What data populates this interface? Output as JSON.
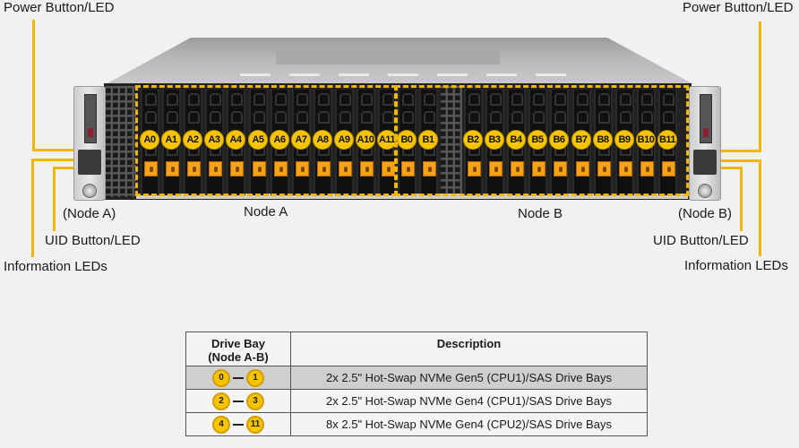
{
  "labels": {
    "left": {
      "power": "Power Button/LED",
      "node": "(Node A)",
      "uid": "UID Button/LED",
      "info": "Information  LEDs"
    },
    "right": {
      "power": "Power Button/LED",
      "node": "(Node B)",
      "uid": "UID Button/LED",
      "info": "Information  LEDs"
    },
    "node_a": "Node A",
    "node_b": "Node B"
  },
  "bays": {
    "node_a": [
      "A0",
      "A1",
      "A2",
      "A3",
      "A4",
      "A5",
      "A6",
      "A7",
      "A8",
      "A9",
      "A10",
      "A11"
    ],
    "node_b": [
      "B0",
      "B1",
      "B2",
      "B3",
      "B4",
      "B5",
      "B6",
      "B7",
      "B8",
      "B9",
      "B10",
      "B11"
    ]
  },
  "colors": {
    "accent": "#f2b705",
    "badge": "#f6c400",
    "latch": "#f7a21a"
  },
  "table": {
    "header": {
      "col1_line1": "Drive Bay",
      "col1_line2": "(Node A-B)",
      "col2": "Description"
    },
    "rows": [
      {
        "from": "0",
        "to": "1",
        "description": "2x 2.5\" Hot-Swap NVMe Gen5 (CPU1)/SAS Drive Bays",
        "highlight": true
      },
      {
        "from": "2",
        "to": "3",
        "description": "2x 2.5\" Hot-Swap NVMe Gen4 (CPU1)/SAS Drive Bays",
        "highlight": false
      },
      {
        "from": "4",
        "to": "11",
        "description": "8x 2.5\" Hot-Swap NVMe Gen4 (CPU2)/SAS Drive Bays",
        "highlight": false
      }
    ]
  }
}
